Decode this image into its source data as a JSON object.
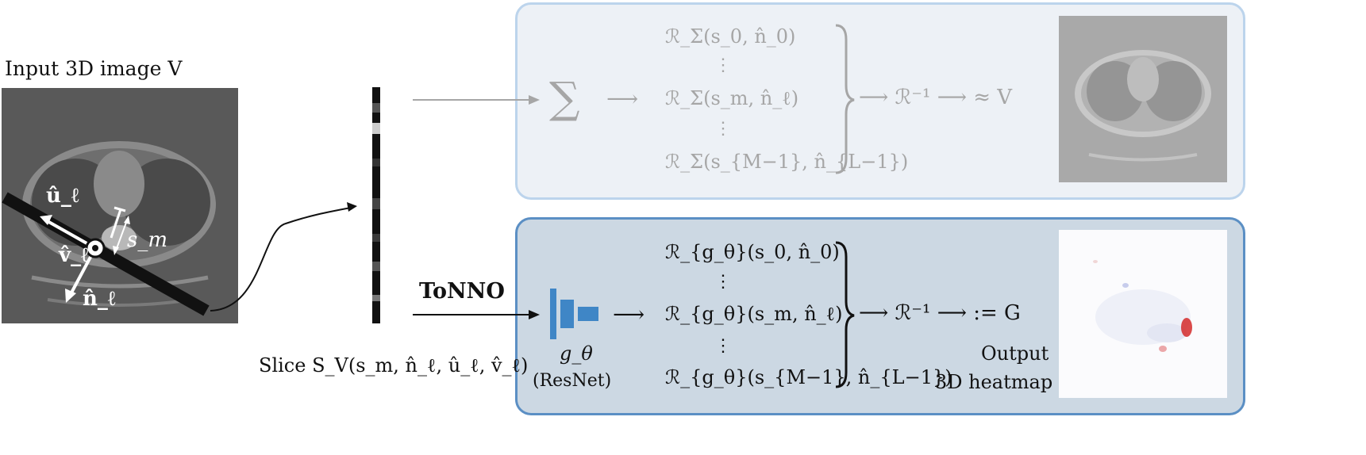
{
  "input_label": "Input 3D image V",
  "slice_label": "Slice S_V(s_m, n̂_ℓ, û_ℓ, v̂_ℓ)",
  "probe_labels": {
    "u": "û_ℓ",
    "v": "v̂_ℓ",
    "n": "n̂_ℓ",
    "s": "s_m"
  },
  "top_panel": {
    "sum_symbol": "∑",
    "arrow": "⟶",
    "rows": [
      "ℛ_Σ(s_0, n̂_0)",
      "⋮",
      "ℛ_Σ(s_m, n̂_ℓ)",
      "⋮",
      "ℛ_Σ(s_{M−1}, n̂_{L−1})"
    ],
    "result": "⟶ ℛ⁻¹ ⟶ ≈ V"
  },
  "bottom_panel": {
    "method_label": "ToNNO",
    "network_symbol": "g_θ",
    "network_name": "(ResNet)",
    "arrow": "⟶",
    "rows": [
      "ℛ_{g_θ}(s_0, n̂_0)",
      "⋮",
      "ℛ_{g_θ}(s_m, n̂_ℓ)",
      "⋮",
      "ℛ_{g_θ}(s_{M−1}, n̂_{L−1})"
    ],
    "result": "⟶ ℛ⁻¹ ⟶ := G",
    "output_line1": "Output",
    "output_line2": "3D heatmap"
  },
  "colors": {
    "top_panel_bg": "#edf1f6",
    "top_panel_border": "#bcd4ec",
    "bottom_panel_bg": "#ccd8e3",
    "bottom_panel_border": "#5b8fc4",
    "network_blue": "#3f86c6",
    "faded_text": "#a6a6a6",
    "ct_background": "#595959",
    "heatmap_red": "#d42a2a"
  }
}
